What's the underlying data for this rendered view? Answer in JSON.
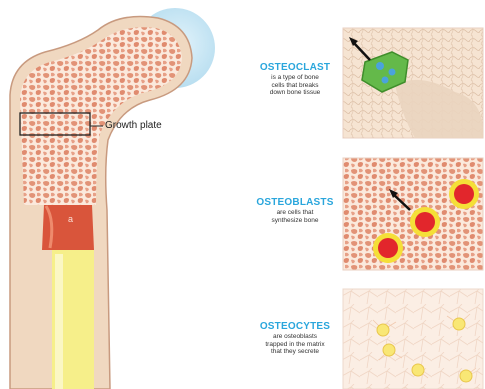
{
  "bone": {
    "growth_plate_label": "Growth plate",
    "marrow_mark": "a"
  },
  "panels": [
    {
      "title": "OSTEOCLAST",
      "lines": [
        "is a type of bone",
        "cells that breaks",
        "down bone tissue"
      ]
    },
    {
      "title": "OSTEOBLASTS",
      "lines": [
        "are cells that",
        "synthesize bone"
      ]
    },
    {
      "title": "OSTEOCYTES",
      "lines": [
        "are osteoblasts",
        "trapped in the matrix",
        "that they secrete"
      ]
    }
  ],
  "colors": {
    "title": "#2aa6dc",
    "bone_cortex": "#f0d8c0",
    "spongy": "#e29377",
    "marrow_red": "#d9553b",
    "marrow_yellow": "#f6ef8a",
    "cartilage": "#cfe9f4",
    "osteoclast": "#64b94a",
    "osteoblast_red": "#e2262c",
    "osteoblast_ring": "#f5df38",
    "osteocyte": "#f9e775"
  }
}
